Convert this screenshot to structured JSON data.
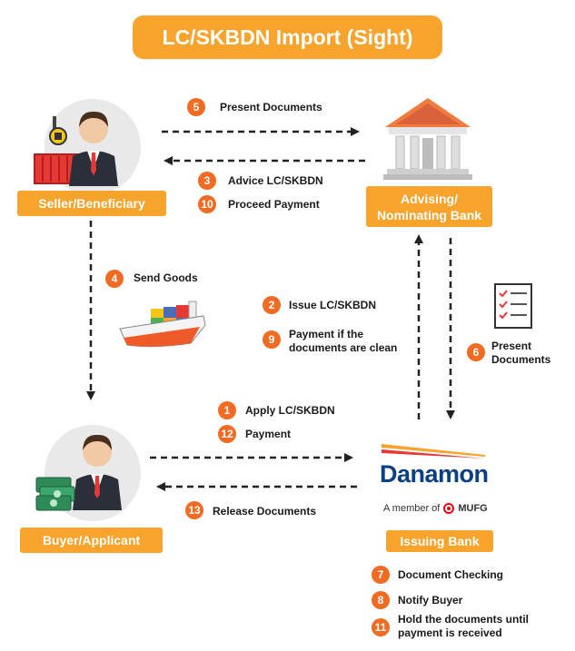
{
  "title": "LC/SKBDN Import (Sight)",
  "parties": {
    "seller": "Seller/Beneficiary",
    "advising_line1": "Advising/",
    "advising_line2": "Nominating Bank",
    "buyer": "Buyer/Applicant",
    "issuing": "Issuing Bank"
  },
  "issuing_logo": {
    "name": "Danamon",
    "member_text": "A member of",
    "mufg": "MUFG"
  },
  "steps": {
    "s5": {
      "num": "5",
      "text": "Present Documents"
    },
    "s3": {
      "num": "3",
      "text": "Advice LC/SKBDN"
    },
    "s10": {
      "num": "10",
      "text": "Proceed Payment"
    },
    "s4": {
      "num": "4",
      "text": "Send Goods"
    },
    "s2": {
      "num": "2",
      "text": "Issue LC/SKBDN"
    },
    "s9": {
      "num": "9",
      "line1": "Payment if the",
      "line2": "documents are clean"
    },
    "s6": {
      "num": "6",
      "line1": "Present",
      "line2": "Documents"
    },
    "s1": {
      "num": "1",
      "text": "Apply LC/SKBDN"
    },
    "s12": {
      "num": "12",
      "text": "Payment"
    },
    "s13": {
      "num": "13",
      "text": "Release Documents"
    },
    "s7": {
      "num": "7",
      "text": "Document Checking"
    },
    "s8": {
      "num": "8",
      "text": "Notify Buyer"
    },
    "s11": {
      "num": "11",
      "line1": "Hold the documents until",
      "line2": "payment is received"
    }
  },
  "colors": {
    "orange": "#f7a32c",
    "circle": "#f26b22",
    "danamon_blue": "#0a3f83",
    "mufg_red": "#e60012"
  }
}
